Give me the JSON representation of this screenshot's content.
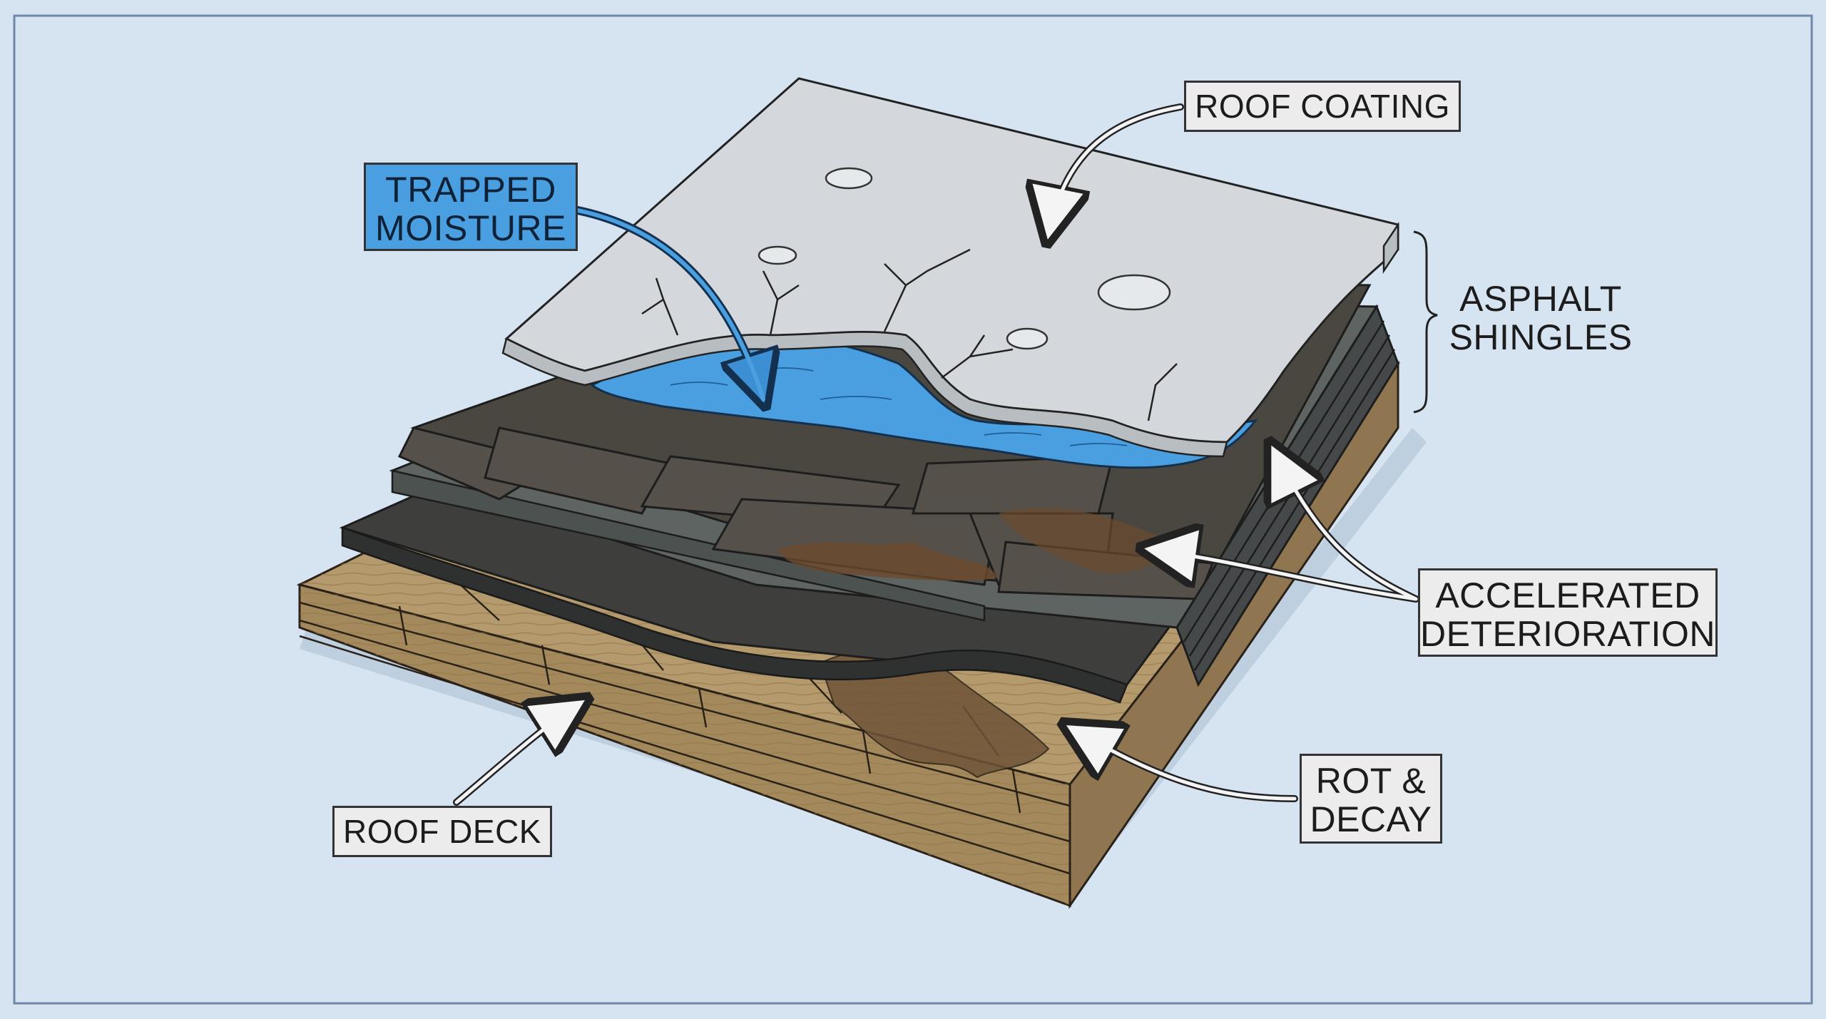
{
  "diagram": {
    "labels": {
      "roof_coating": "ROOF COATING",
      "trapped_moisture": [
        "TRAPPED",
        "MOISTURE"
      ],
      "asphalt_shingles": [
        "ASPHALT",
        "SHINGLES"
      ],
      "accelerated_deterioration": [
        "ACCELERATED",
        "DETERIORATION"
      ],
      "rot_decay": [
        "ROT &",
        "DECAY"
      ],
      "roof_deck": "ROOF DECK"
    },
    "colors": {
      "background": "#d6e4f2",
      "frame": "#6f87a8",
      "coating": "#d4d8dc",
      "moisture": "#4a9fe0",
      "shingle_dark": "#4a4640",
      "shingle_mid": "#5e6461",
      "deck_wood": "#b49a6c",
      "rot": "#6e5438",
      "label_bg": "#ececec",
      "label_border": "#333333"
    }
  }
}
